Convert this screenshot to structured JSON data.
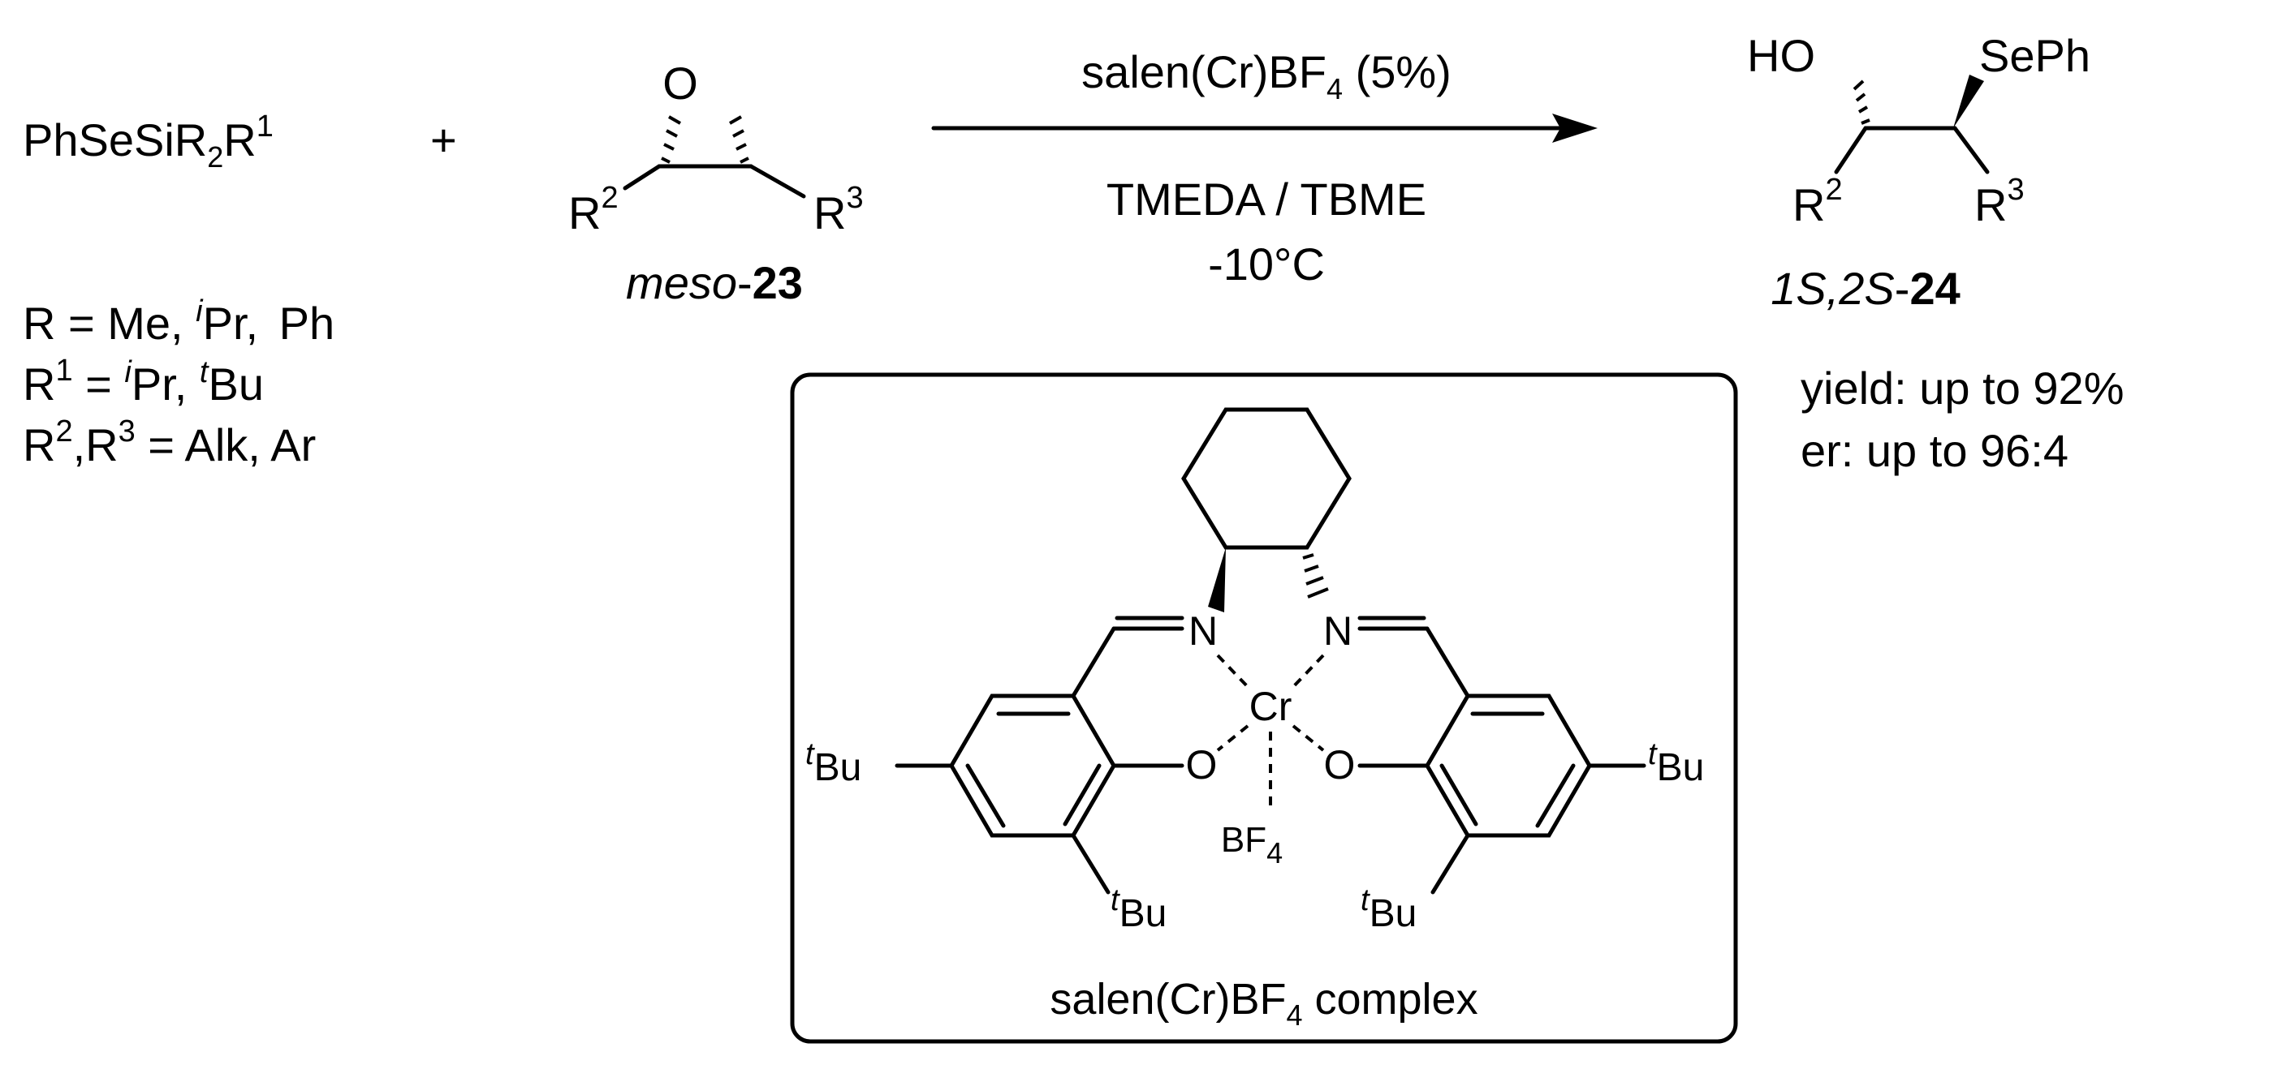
{
  "reagent": {
    "main": "PhSeSiR",
    "sub": "2",
    "r": "R",
    "sup": "1",
    "plus": "+"
  },
  "conditions_list": {
    "r": {
      "lhs": "R = Me, ",
      "i": "i",
      "pr": "Pr, ",
      "ph": "Ph"
    },
    "r1": {
      "r": "R",
      "sup": "1",
      "eq": " = ",
      "i": "i",
      "pr": "Pr, ",
      "t": "t",
      "bu": "Bu"
    },
    "r23": {
      "r2": "R",
      "sup2": "2",
      "comma": ",R",
      "sup3": "3",
      "rhs": " = Alk, Ar"
    }
  },
  "epoxide": {
    "oxygen": "O",
    "r2": "R",
    "r2_sup": "2",
    "r3": "R",
    "r3_sup": "3",
    "name_italic": "meso",
    "name_dash": "-",
    "name_bold": "23"
  },
  "arrow": {
    "above": {
      "pre": "salen(Cr)BF",
      "sub": "4",
      "post": " (5%)"
    },
    "below_line1": "TMEDA / TBME",
    "below_line2": "-10°C"
  },
  "product": {
    "ho": "HO",
    "seph": "SePh",
    "r2": "R",
    "r2_sup": "2",
    "r3": "R",
    "r3_sup": "3",
    "name_italic": "1S,2S",
    "name_dash": "-",
    "name_bold": "24",
    "yield": "yield: up to 92%",
    "er": "er: up to 96:4"
  },
  "complex": {
    "n_left": "N",
    "n_right": "N",
    "cr": "Cr",
    "o_left": "O",
    "o_right": "O",
    "bf": "BF",
    "bf_sub": "4",
    "tbu_t": "t",
    "tbu_bu": "Bu",
    "caption_pre": "salen(Cr)BF",
    "caption_sub": "4",
    "caption_post": " complex"
  }
}
